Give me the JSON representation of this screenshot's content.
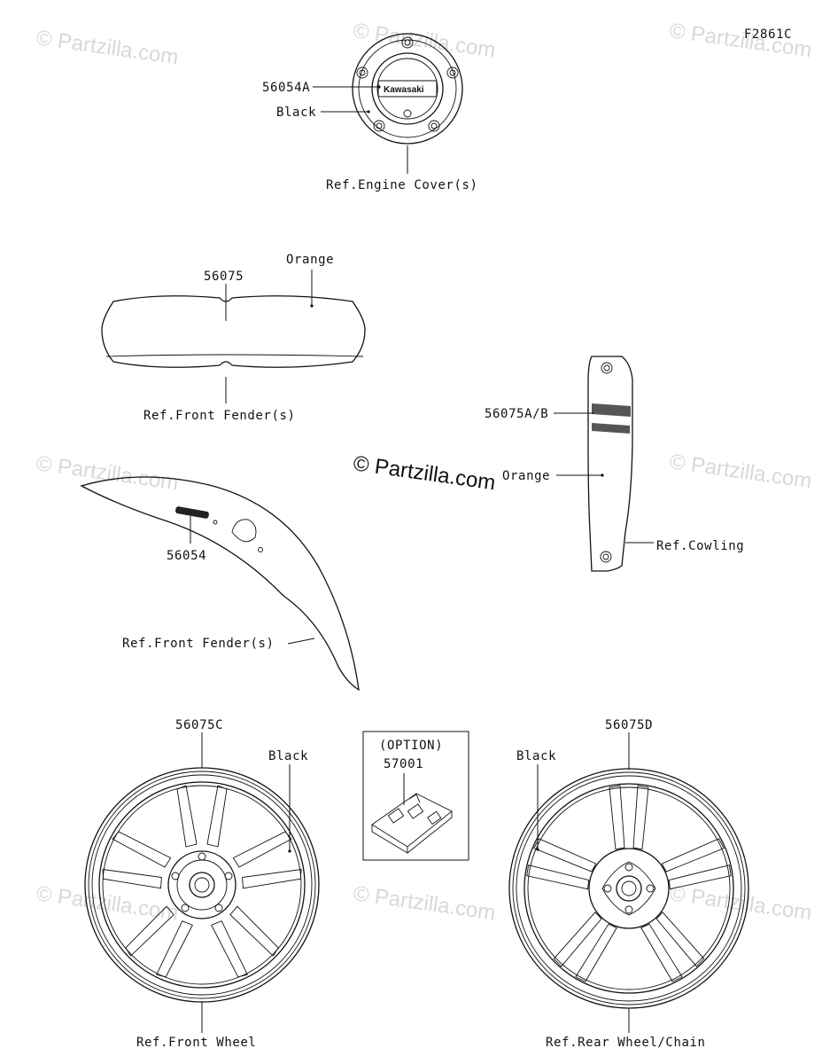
{
  "figure_code": "F2861C",
  "watermark": "© Partzilla.com",
  "engine_cover": {
    "part_no": "56054A",
    "color": "Black",
    "ref": "Ref.Engine Cover(s)",
    "logo_text": "Kawasaki"
  },
  "front_fender_top": {
    "part_no": "56075",
    "color": "Orange",
    "ref": "Ref.Front Fender(s)"
  },
  "cowling": {
    "part_no": "56075A/B",
    "color": "Orange",
    "ref": "Ref.Cowling"
  },
  "front_fender_side": {
    "part_no": "56054",
    "ref": "Ref.Front Fender(s)"
  },
  "front_wheel": {
    "part_no": "56075C",
    "color": "Black",
    "ref": "Ref.Front Wheel"
  },
  "option_box": {
    "header": "(OPTION)",
    "part_no": "57001"
  },
  "rear_wheel": {
    "part_no": "56075D",
    "color": "Black",
    "ref": "Ref.Rear Wheel/Chain"
  }
}
